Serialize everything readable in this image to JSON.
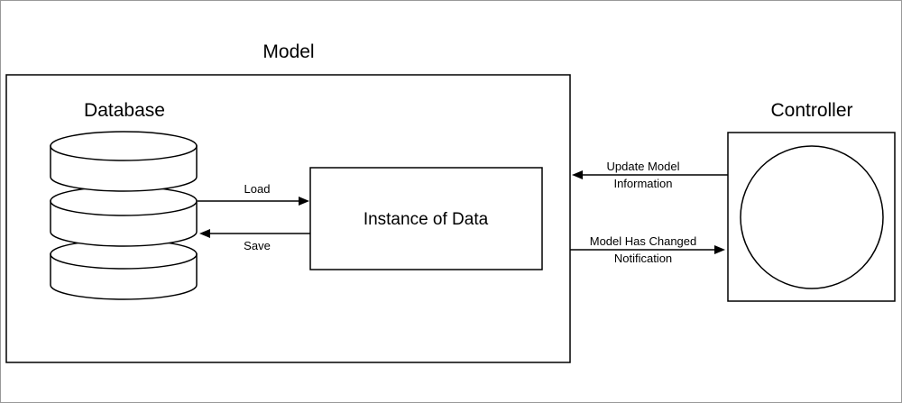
{
  "titles": {
    "model": "Model",
    "database": "Database",
    "controller": "Controller"
  },
  "boxes": {
    "instance": "Instance of Data"
  },
  "arrows": {
    "load": "Load",
    "save": "Save",
    "update_line1": "Update Model",
    "update_line2": "Information",
    "changed_line1": "Model Has Changed",
    "changed_line2": "Notification"
  }
}
